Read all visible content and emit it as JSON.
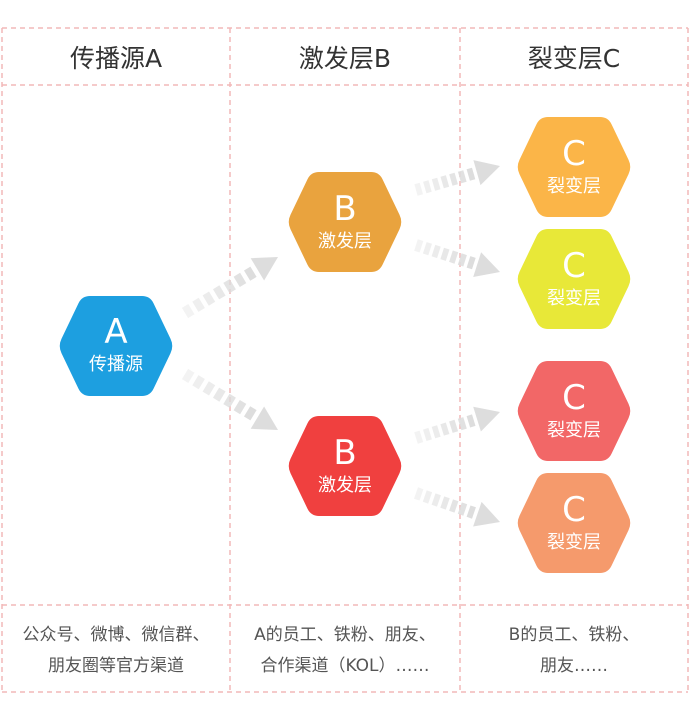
{
  "colors": {
    "grid": "#f2b8b8",
    "arrow": "#dddddd",
    "hex_a": "#1d9fe0",
    "hex_b1": "#e9a33e",
    "hex_b2": "#f0403f",
    "hex_c1": "#fbb548",
    "hex_c2": "#e8e838",
    "hex_c3": "#f26767",
    "hex_c4": "#f59a6c"
  },
  "headers": {
    "col_a": "传播源A",
    "col_b": "激发层B",
    "col_c": "裂变层C"
  },
  "nodes": {
    "a": {
      "letter": "A",
      "label": "传播源"
    },
    "b1": {
      "letter": "B",
      "label": "激发层"
    },
    "b2": {
      "letter": "B",
      "label": "激发层"
    },
    "c1": {
      "letter": "C",
      "label": "裂变层"
    },
    "c2": {
      "letter": "C",
      "label": "裂变层"
    },
    "c3": {
      "letter": "C",
      "label": "裂变层"
    },
    "c4": {
      "letter": "C",
      "label": "裂变层"
    }
  },
  "footers": {
    "col_a": {
      "line1": "公众号、微博、微信群、",
      "line2": "朋友圈等官方渠道"
    },
    "col_b": {
      "line1": "A的员工、铁粉、朋友、",
      "line2": "合作渠道（KOL）……"
    },
    "col_c": {
      "line1": "B的员工、铁粉、",
      "line2": "朋友……"
    }
  }
}
